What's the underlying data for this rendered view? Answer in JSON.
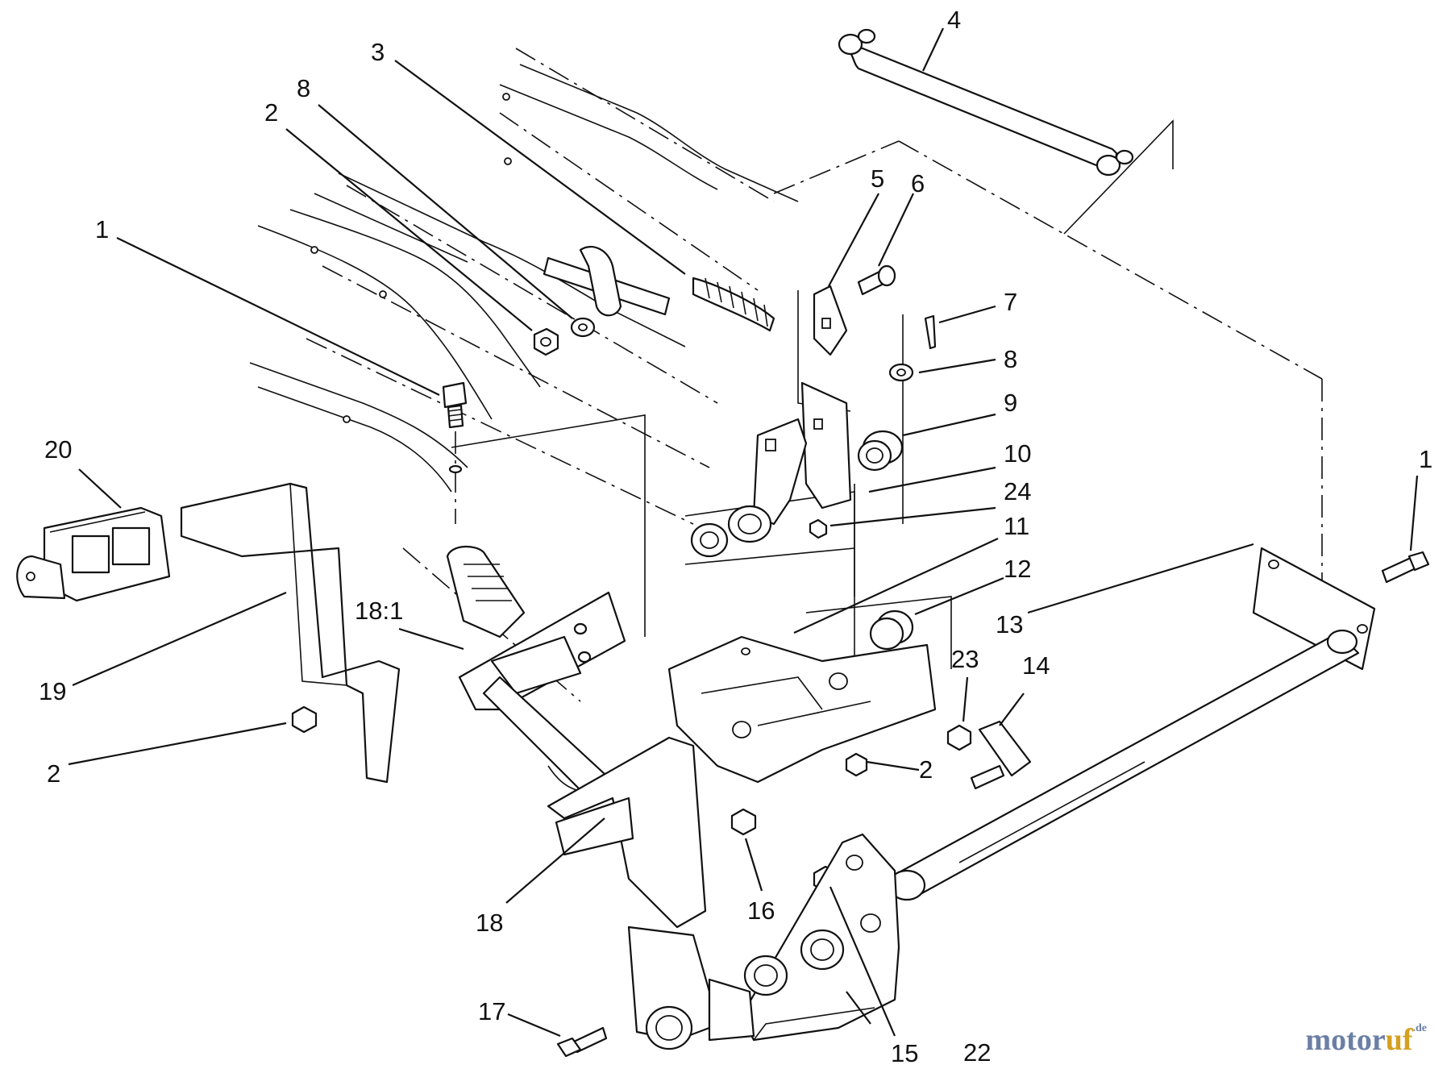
{
  "callouts": {
    "c1a": "1",
    "c1b": "1",
    "c2a": "2",
    "c2b": "2",
    "c2c": "2",
    "c3": "3",
    "c4": "4",
    "c5": "5",
    "c6": "6",
    "c7": "7",
    "c8a": "8",
    "c8b": "8",
    "c9": "9",
    "c10": "10",
    "c11": "11",
    "c12": "12",
    "c13": "13",
    "c14": "14",
    "c15": "15",
    "c16": "16",
    "c17": "17",
    "c18": "18",
    "c181": "18:1",
    "c19": "19",
    "c20": "20",
    "c22": "22",
    "c23": "23",
    "c24": "24"
  },
  "watermark": {
    "part1": "motor",
    "part2": "uf",
    "tld": ".de"
  }
}
